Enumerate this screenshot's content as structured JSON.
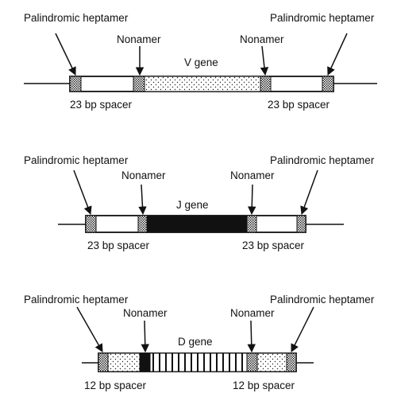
{
  "diagrams": [
    {
      "gene_label": "V gene",
      "heptamer_left_label": "Palindromic heptamer",
      "heptamer_right_label": "Palindromic heptamer",
      "nonamer_left_label": "Nonamer",
      "nonamer_right_label": "Nonamer",
      "spacer_left_label": "23 bp spacer",
      "spacer_right_label": "23 bp spacer",
      "gene_fill": "dotted-light",
      "spacer_fill": "white"
    },
    {
      "gene_label": "J gene",
      "heptamer_left_label": "Palindromic heptamer",
      "heptamer_right_label": "Palindromic heptamer",
      "nonamer_left_label": "Nonamer",
      "nonamer_right_label": "Nonamer",
      "spacer_left_label": "23 bp spacer",
      "spacer_right_label": "23 bp spacer",
      "gene_fill": "solid-black",
      "spacer_fill": "white"
    },
    {
      "gene_label": "D gene",
      "heptamer_left_label": "Palindromic heptamer",
      "heptamer_right_label": "Palindromic heptamer",
      "nonamer_left_label": "Nonamer",
      "nonamer_right_label": "Nonamer",
      "spacer_left_label": "12 bp spacer",
      "spacer_right_label": "12 bp spacer",
      "gene_fill": "vertical-stripes",
      "spacer_fill": "dotted-light"
    }
  ],
  "colors": {
    "ink": "#111111",
    "background": "#ffffff"
  }
}
